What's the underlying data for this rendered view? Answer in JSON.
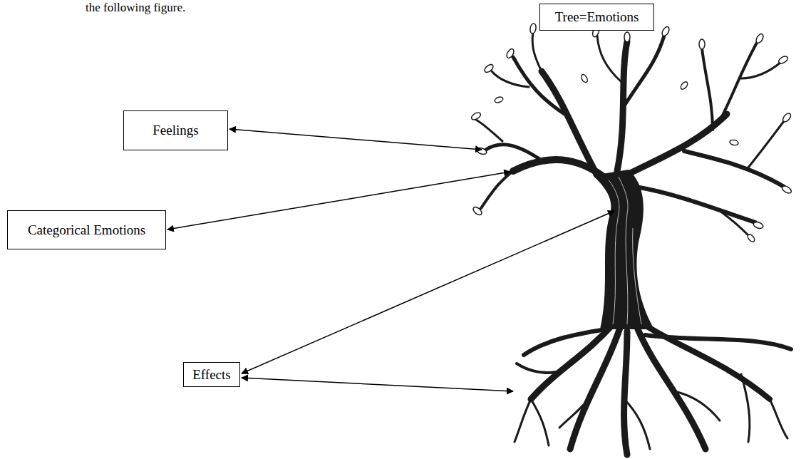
{
  "diagram": {
    "nodes": [
      {
        "text": [
          "Tree=Emotions"
        ]
      },
      {
        "text": [
          "Feelings"
        ]
      },
      {
        "text": [
          "Categorical Emotions"
        ]
      },
      {
        "text": [
          "Effects"
        ]
      }
    ],
    "labels": [
      "the following figure."
    ]
  }
}
